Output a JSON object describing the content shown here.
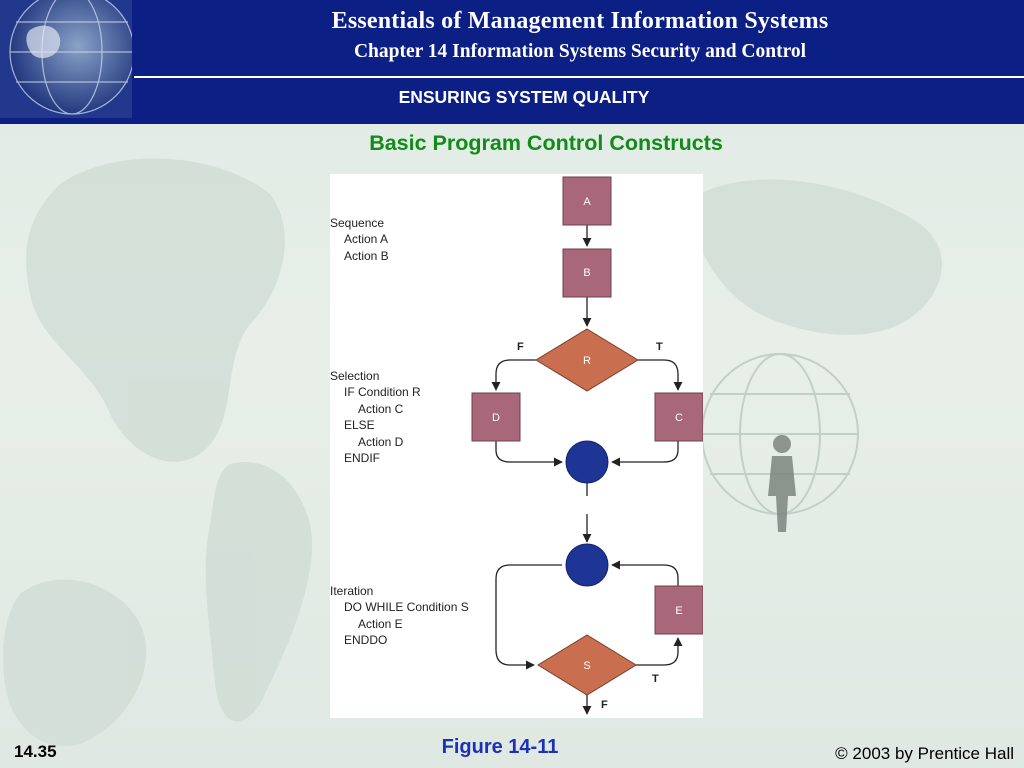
{
  "header": {
    "title": "Essentials of Management Information Systems",
    "subtitle": "Chapter 14 Information Systems Security and Control",
    "section": "ENSURING SYSTEM QUALITY"
  },
  "slide": {
    "heading": "Basic Program Control Constructs",
    "figure_label": "Figure 14-11",
    "number": "14.35",
    "copyright": "© 2003 by Prentice Hall"
  },
  "diagram": {
    "sequence": {
      "title": "Sequence",
      "lines": [
        "Action A",
        "Action B"
      ],
      "box_a": "A",
      "box_b": "B"
    },
    "selection": {
      "title": "Selection",
      "lines": [
        "IF Condition R",
        "Action C",
        "ELSE",
        "Action D",
        "ENDIF"
      ],
      "decision": "R",
      "false_label": "F",
      "true_label": "T",
      "box_d": "D",
      "box_c": "C"
    },
    "iteration": {
      "title": "Iteration",
      "lines": [
        "DO WHILE Condition S",
        "Action E",
        "ENDDO"
      ],
      "decision": "S",
      "box_e": "E",
      "true_label": "T",
      "false_label": "F"
    }
  },
  "colors": {
    "header_bg": "#0c1f84",
    "heading_green": "#128c18",
    "figure_blue": "#1a31b8",
    "box_fill": "#a8677a",
    "diamond_fill": "#c96f50",
    "node_fill": "#1f3596"
  }
}
